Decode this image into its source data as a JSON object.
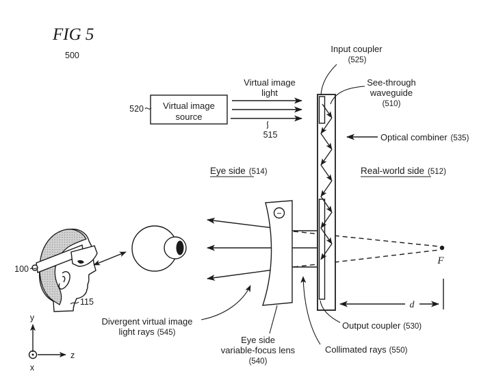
{
  "figure": {
    "title": "FIG 5",
    "number": "500"
  },
  "source": {
    "ref": "520",
    "label_line1": "Virtual image",
    "label_line2": "source"
  },
  "light": {
    "label_line1": "Virtual image",
    "label_line2": "light",
    "ref": "515"
  },
  "input_coupler": {
    "label": "Input coupler",
    "ref": "(525)"
  },
  "waveguide": {
    "label_line1": "See-through",
    "label_line2": "waveguide",
    "ref": "(510)"
  },
  "combiner": {
    "label": "Optical combiner",
    "ref": "(535)"
  },
  "eye_side": {
    "label": "Eye side",
    "ref": "(514)"
  },
  "real_world_side": {
    "label": "Real-world side",
    "ref": "(512)"
  },
  "headset": {
    "ref": "100"
  },
  "user_head": {
    "ref": "115"
  },
  "divergent_rays": {
    "label_line1": "Divergent virtual image",
    "label_line2": "light rays",
    "ref": "(545)"
  },
  "lens": {
    "label_line1": "Eye side",
    "label_line2": "variable-focus lens",
    "ref": "(540)",
    "minus_symbol": "−"
  },
  "collimated_rays": {
    "label": "Collimated rays",
    "ref": "(550)"
  },
  "output_coupler": {
    "label": "Output coupler",
    "ref": "(530)"
  },
  "focal_point": {
    "label": "F"
  },
  "distance": {
    "label": "d"
  },
  "axes": {
    "x": "x",
    "y": "y",
    "z": "z"
  },
  "colors": {
    "ink": "#1b1b1b",
    "background": "#ffffff",
    "hair_fill": "#d2d2d2",
    "hair_dot": "#7a7a7a"
  }
}
